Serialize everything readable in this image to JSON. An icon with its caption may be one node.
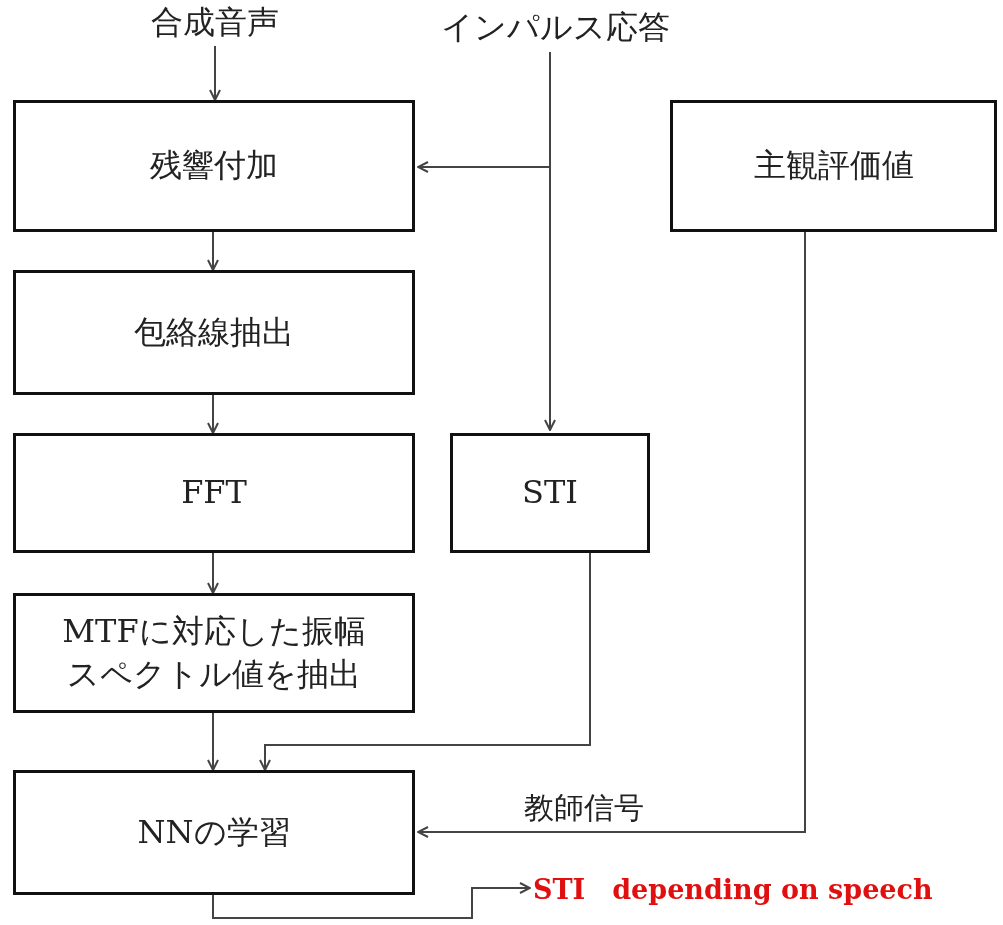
{
  "diagram": {
    "nodes": [
      {
        "text": [
          "合成音声"
        ]
      },
      {
        "text": [
          "インパルス応答"
        ]
      },
      {
        "text": [
          "残響付加"
        ]
      },
      {
        "text": [
          "主観評価値"
        ]
      },
      {
        "text": [
          "包絡線抽出"
        ]
      },
      {
        "text": [
          "FFT"
        ]
      },
      {
        "text": [
          "STI"
        ]
      },
      {
        "text": [
          "MTFに対応した振幅スペクトル値を抽出"
        ]
      },
      {
        "text": [
          "NNの学習"
        ]
      },
      {
        "text": [
          "STI　depending on speech"
        ]
      }
    ],
    "edges": [
      {
        "from": 0,
        "to": 2,
        "arrow": "to"
      },
      {
        "from": 1,
        "to": 2,
        "arrow": "to"
      },
      {
        "from": 1,
        "to": 6,
        "arrow": "to"
      },
      {
        "from": 2,
        "to": 4,
        "arrow": "to"
      },
      {
        "from": 4,
        "to": 5,
        "arrow": "to"
      },
      {
        "from": 5,
        "to": 7,
        "arrow": "to"
      },
      {
        "from": 7,
        "to": 8,
        "arrow": "to"
      },
      {
        "from": 6,
        "to": 8,
        "arrow": "to"
      },
      {
        "from": 3,
        "to": 8,
        "arrow": "to",
        "label": "教師信号"
      },
      {
        "from": 8,
        "to": 9,
        "arrow": "to"
      }
    ]
  }
}
